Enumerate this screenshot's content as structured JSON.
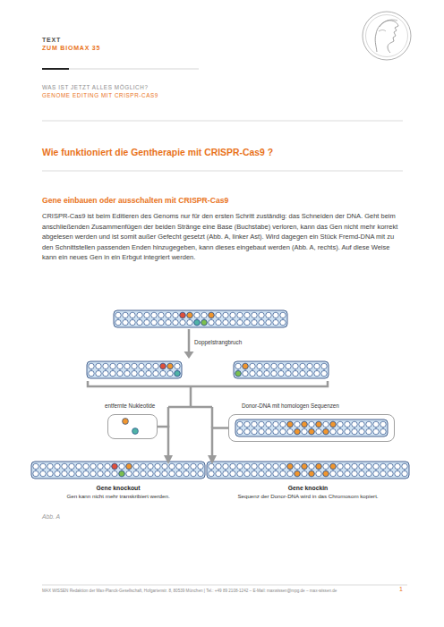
{
  "diagram": {
    "title": "Wie funktioniert die Gentherapie mit CRISPR-Cas9 ?",
    "caption": "Abb. A",
    "nodes": [
      {
        "text": [
          "entfernte Nukleotide"
        ]
      },
      {
        "text": [
          "Donor-DNA mit homologen Sequenzen"
        ]
      },
      {
        "text": [
          "Gene knockout",
          "Gen kann nicht mehr transkribiert werden."
        ]
      },
      {
        "text": [
          "Gene knockin",
          "Sequenz der Donor-DNA wird in das Chromosom kopiert."
        ]
      }
    ],
    "edges": [
      {
        "from": 0,
        "to": 2,
        "arrow": "to"
      },
      {
        "from": 1,
        "to": 3,
        "arrow": "to"
      }
    ],
    "labels": [
      "TEXT",
      "ZUM BIOMAX 35",
      "WAS IST JETZT ALLES MÖGLICH?",
      "GENOME EDITING MIT CRISPR-CAS9",
      "Gene einbauen oder ausschalten mit CRISPR-Cas9",
      "CRISPR-Cas9 ist beim Editieren des Genoms nur für den ersten Schritt zuständig: das Schneiden der DNA. Geht beim anschließenden Zusammenfügen der beiden Stränge eine Base (Buchstabe) verloren, kann das Gen nicht mehr korrekt abgelesen werden und ist somit außer Gefecht gesetzt (Abb. A, linker Ast). Wird dagegen ein Stück Fremd-DNA mit zu den Schnittstellen passenden Enden hinzugegeben, kann dieses eingebaut werden (Abb. A, rechts). Auf diese Weise kann ein neues Gen in ein Erbgut integriert werden.",
      "Doppelstrangbruch",
      "MAX WISSEN Redaktion der Max-Planck-Gesellschaft, Hofgartenstr. 8, 80539 München | Tel.: +49 89 2108-1242 – E-Mail: maxwissen@mpg.de – max-wissen.de",
      "1"
    ]
  }
}
